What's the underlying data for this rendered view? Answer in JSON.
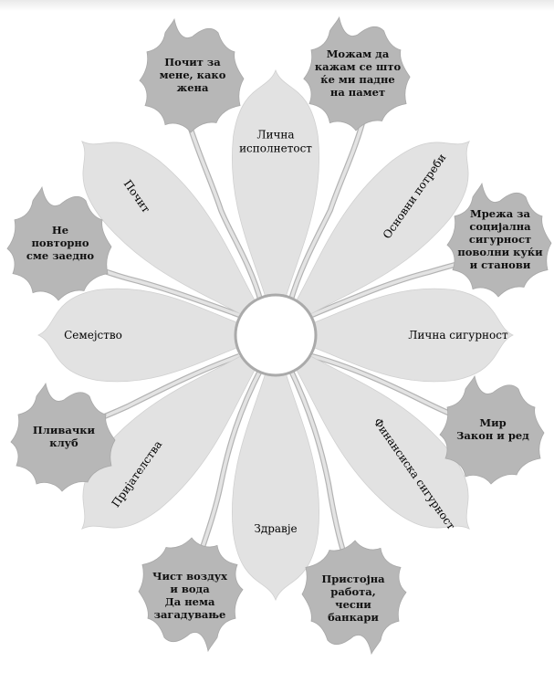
{
  "colors": {
    "petal": "#e2e2e2",
    "leaf": "#b7b7b7",
    "stem": "#e3e3e3",
    "center_fill": "#ffffff",
    "center_stroke": "#aaaaaa"
  },
  "petals": [
    {
      "id": "licna-ispolnetost",
      "lines": [
        "Лична",
        "исполнетост"
      ]
    },
    {
      "id": "osnovni-potrebi",
      "lines": [
        "Основни потреби"
      ]
    },
    {
      "id": "licna-sigurnost",
      "lines": [
        "Лична сигурност"
      ]
    },
    {
      "id": "finansiska-sigurnost",
      "lines": [
        "Финансиска сигурност"
      ]
    },
    {
      "id": "zdravje",
      "lines": [
        "Здравје"
      ]
    },
    {
      "id": "prijatelstva",
      "lines": [
        "Пријателства"
      ]
    },
    {
      "id": "semejstvo",
      "lines": [
        "Семејство"
      ]
    },
    {
      "id": "pocit",
      "lines": [
        "Почит"
      ]
    }
  ],
  "leaves": [
    {
      "id": "pocit-za-mene",
      "lines": [
        "Почит за",
        "мене, како",
        "жена"
      ]
    },
    {
      "id": "mozam-da-kazam",
      "lines": [
        "Можам да",
        "кажам се што",
        "ќе ми падне",
        "на памет"
      ]
    },
    {
      "id": "mreza-za-socijalna",
      "lines": [
        "Мрежа за",
        "социјална",
        "сигурност",
        "поволни куќи",
        "и станови"
      ]
    },
    {
      "id": "mir-zakon",
      "lines": [
        "Мир",
        "Закон и ред"
      ]
    },
    {
      "id": "pristojna-rabota",
      "lines": [
        "Пристојна",
        "работа,",
        "чесни",
        "банкари"
      ]
    },
    {
      "id": "cist-vozduh",
      "lines": [
        "Чист воздух",
        "и вода",
        "Да нема",
        "загадување"
      ]
    },
    {
      "id": "plivacki-klub",
      "lines": [
        "Пливачки",
        "клуб"
      ]
    },
    {
      "id": "ne-povtorno",
      "lines": [
        "Не",
        "повторно",
        "сме заедно"
      ]
    }
  ]
}
